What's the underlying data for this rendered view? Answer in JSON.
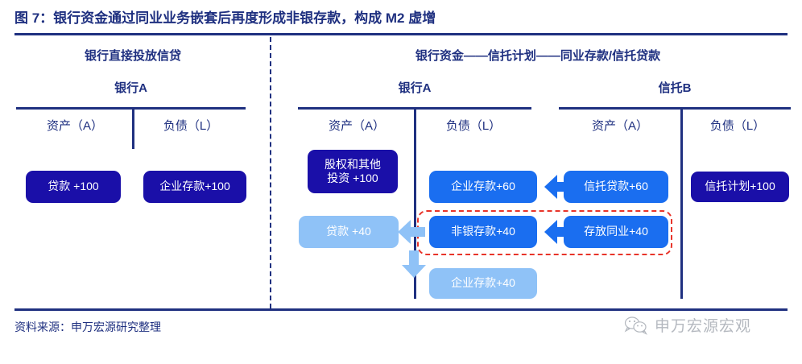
{
  "figure": {
    "title": "图 7：银行资金通过同业业务嵌套后再度形成非银存款，构成 M2 虚增",
    "source": "资料来源：申万宏源研究整理",
    "watermark": "申万宏源宏观",
    "watermark_icon": "wechat-icon"
  },
  "colors": {
    "brand_navy": "#1f3080",
    "box_navy": "#1a0fa8",
    "box_blue": "#1a6ef0",
    "box_light": "#8fc2f7",
    "highlight_red": "#e8342a"
  },
  "panels": [
    {
      "heading": "银行直接投放信贷",
      "entities": [
        {
          "name": "银行A",
          "columns": [
            {
              "label": "资产（A）"
            },
            {
              "label": "负债（L）"
            }
          ],
          "items": [
            {
              "text": "贷款  +100",
              "style": "navy",
              "side": "asset"
            },
            {
              "text": "企业存款+100",
              "style": "navy",
              "side": "liability"
            }
          ]
        }
      ]
    },
    {
      "heading": "银行资金——信托计划——同业存款/信托贷款",
      "entities": [
        {
          "name": "银行A",
          "columns": [
            {
              "label": "资产（A）"
            },
            {
              "label": "负债（L）"
            }
          ],
          "items": [
            {
              "text": "股权和其他\n投资  +100",
              "style": "navy",
              "side": "asset"
            },
            {
              "text": "贷款  +40",
              "style": "light",
              "side": "asset"
            },
            {
              "text": "企业存款+60",
              "style": "blue",
              "side": "liability"
            },
            {
              "text": "非银存款+40",
              "style": "blue",
              "side": "liability"
            },
            {
              "text": "企业存款+40",
              "style": "light",
              "side": "liability"
            }
          ]
        },
        {
          "name": "信托B",
          "columns": [
            {
              "label": "资产（A）"
            },
            {
              "label": "负债（L）"
            }
          ],
          "items": [
            {
              "text": "信托贷款+60",
              "style": "blue",
              "side": "asset"
            },
            {
              "text": "存放同业+40",
              "style": "blue",
              "side": "asset"
            },
            {
              "text": "信托计划+100",
              "style": "navy",
              "side": "liability"
            }
          ]
        }
      ]
    }
  ],
  "flows": [
    {
      "name": "trust-loan-to-corp-deposit",
      "direction": "left",
      "color": "#1a6ef0"
    },
    {
      "name": "interbank-to-nonbank-deposit",
      "direction": "left",
      "color": "#1a6ef0"
    },
    {
      "name": "nonbank-deposit-to-loan",
      "direction": "left",
      "color": "#8fc2f7"
    },
    {
      "name": "loan-to-corp-deposit",
      "direction": "down",
      "color": "#8fc2f7"
    }
  ],
  "highlight": {
    "name": "nonbank-deposit-highlight",
    "style": "red-dashed"
  }
}
